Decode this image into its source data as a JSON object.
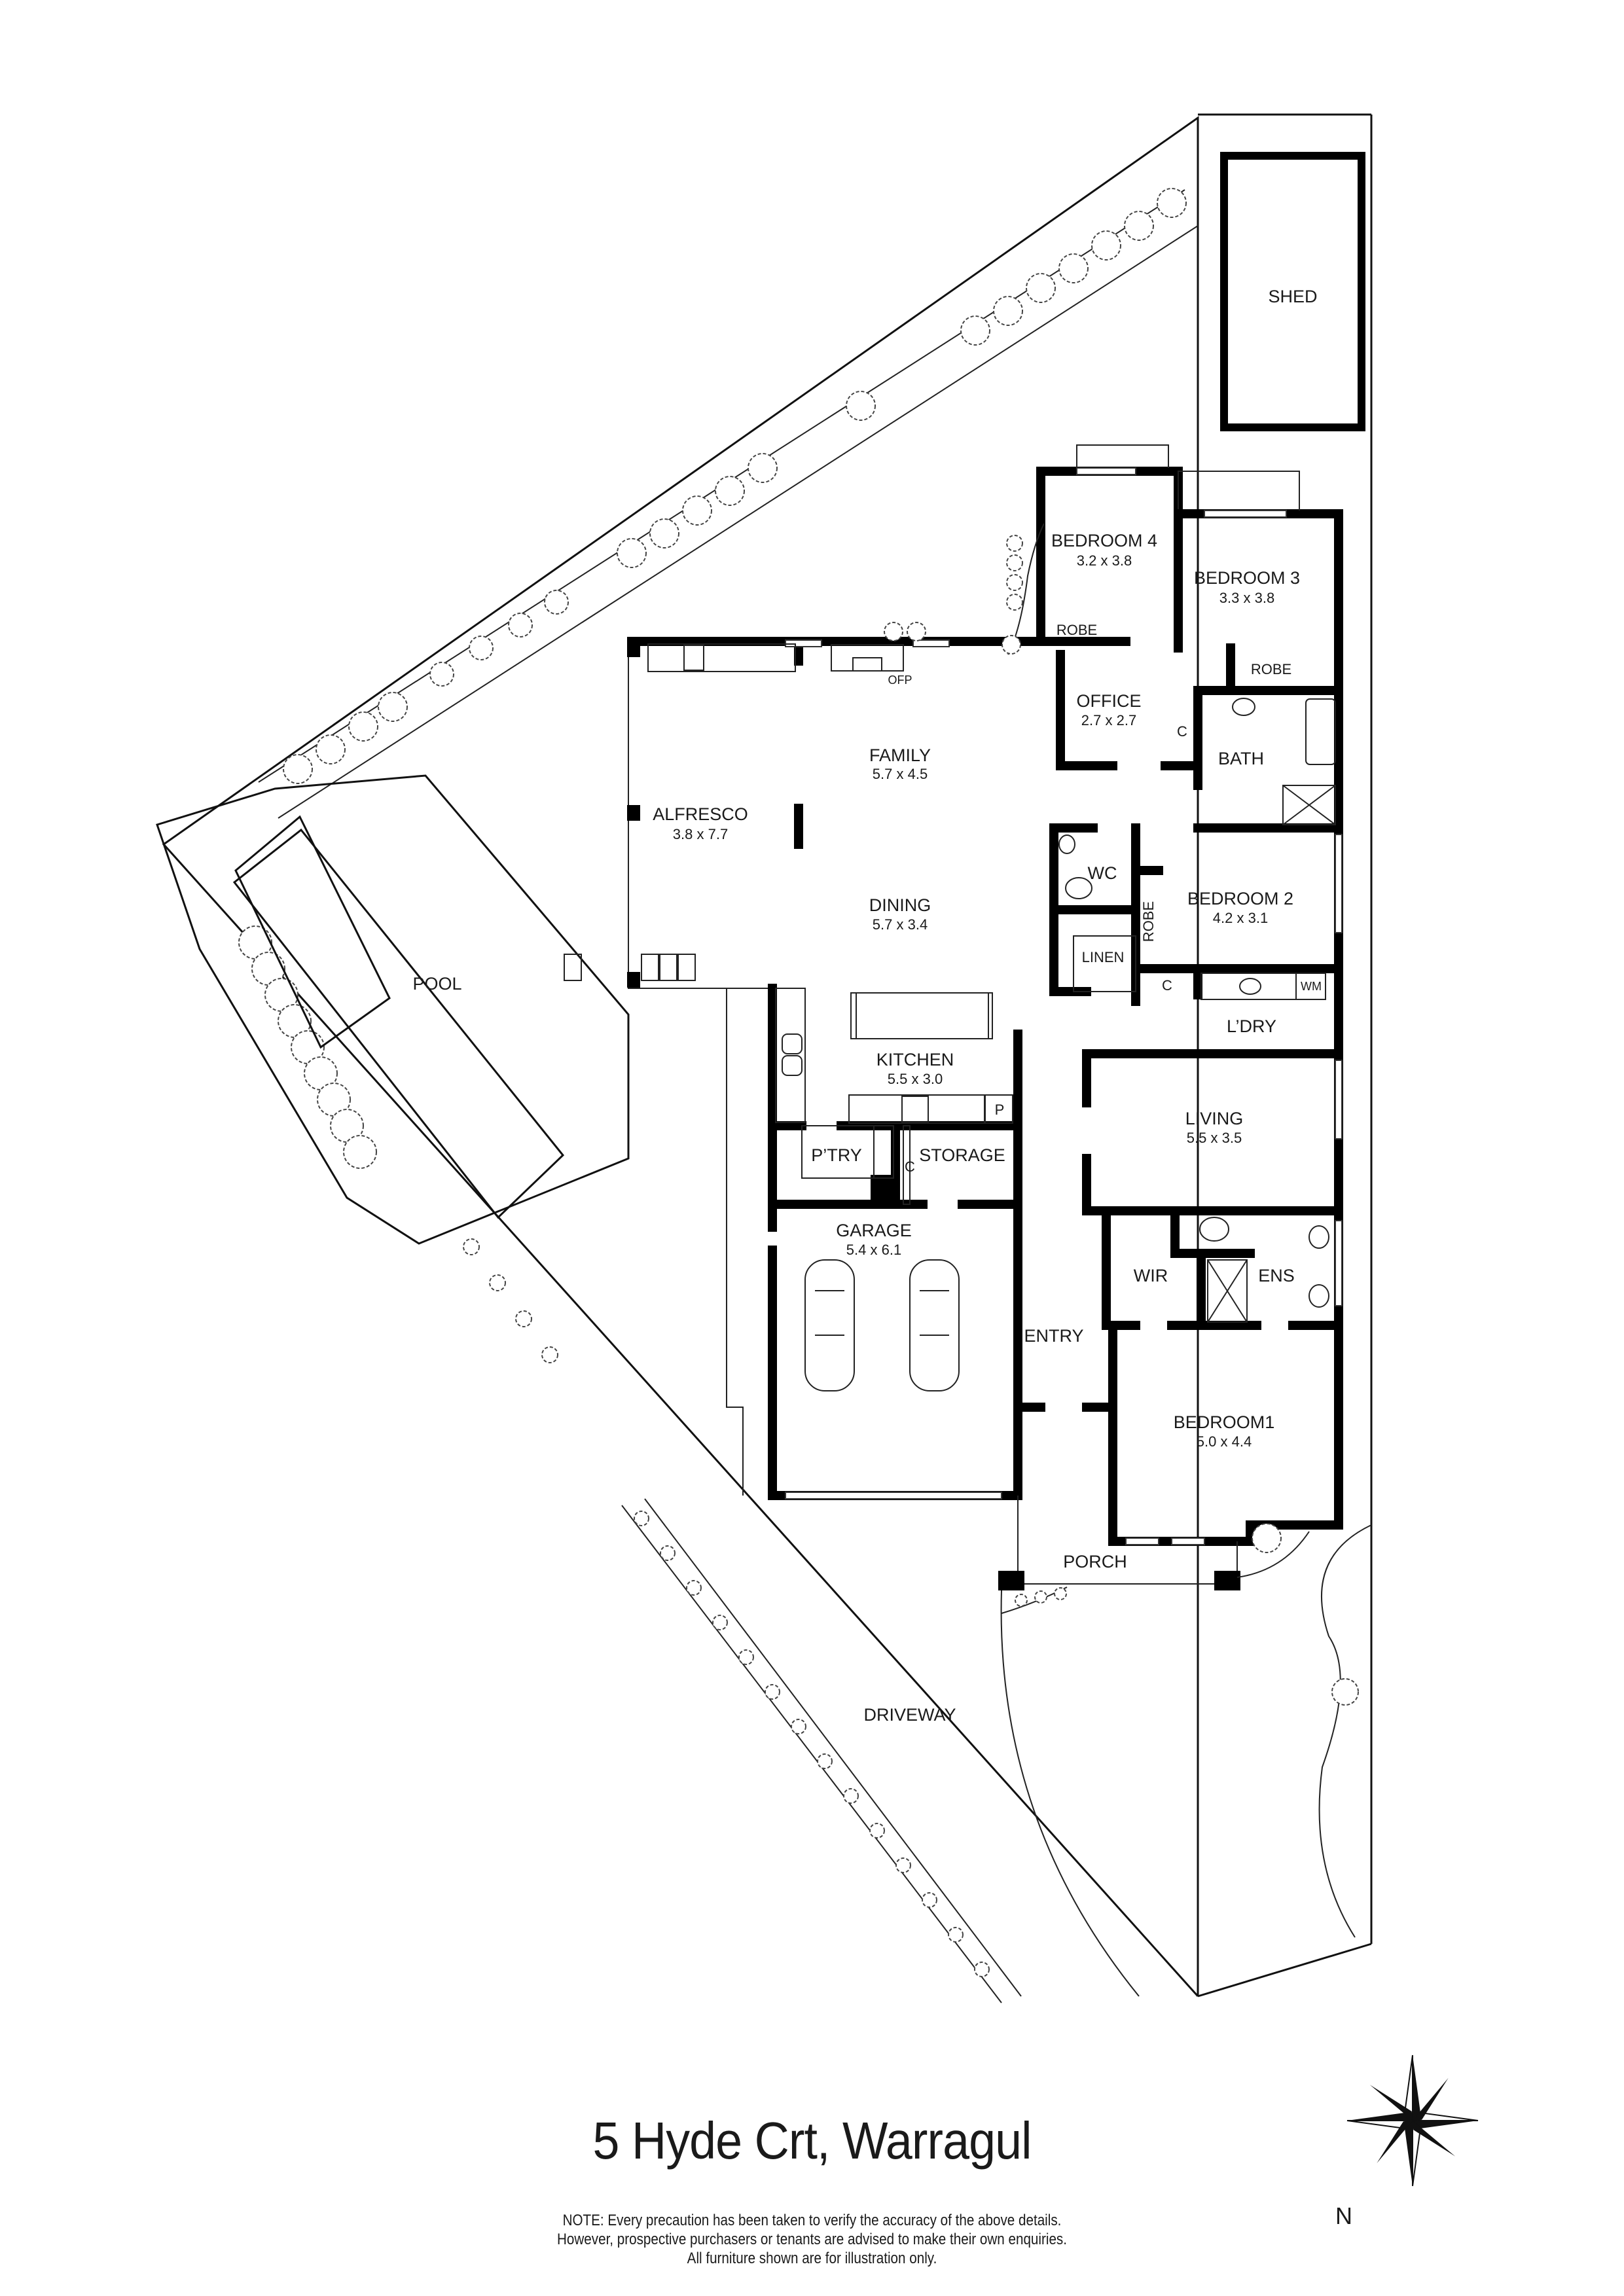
{
  "document": {
    "title": "5 Hyde Crt, Warragul",
    "note_lines": [
      "NOTE: Every precaution has been taken to verify the accuracy of the above details.",
      "However, prospective purchasers or tenants are advised to make their own enquiries.",
      "All furniture shown are for illustration only."
    ],
    "compass_label": "N"
  },
  "rooms": {
    "shed": {
      "name": "SHED"
    },
    "bedroom4": {
      "name": "BEDROOM 4",
      "dims": "3.2 x 3.8"
    },
    "bedroom3": {
      "name": "BEDROOM 3",
      "dims": "3.3 x 3.8"
    },
    "robe4": {
      "name": "ROBE"
    },
    "robe3": {
      "name": "ROBE"
    },
    "office": {
      "name": "OFFICE",
      "dims": "2.7 x 2.7"
    },
    "cupboard_office": {
      "name": "C"
    },
    "bath": {
      "name": "BATH"
    },
    "family": {
      "name": "FAMILY",
      "dims": "5.7 x 4.5"
    },
    "ofp": {
      "name": "OFP"
    },
    "alfresco": {
      "name": "ALFRESCO",
      "dims": "3.8 x 7.7"
    },
    "dining": {
      "name": "DINING",
      "dims": "5.7 x 3.4"
    },
    "wc": {
      "name": "WC"
    },
    "bedroom2": {
      "name": "BEDROOM 2",
      "dims": "4.2 x 3.1"
    },
    "robe2": {
      "name": "ROBE"
    },
    "linen": {
      "name": "LINEN"
    },
    "cupboard_ldry": {
      "name": "C"
    },
    "wm": {
      "name": "WM"
    },
    "laundry": {
      "name": "L’DRY"
    },
    "pool": {
      "name": "POOL"
    },
    "kitchen": {
      "name": "KITCHEN",
      "dims": "5.5 x 3.0"
    },
    "pantry_p": {
      "name": "P"
    },
    "living": {
      "name": "LIVING",
      "dims": "5.5 x 3.5"
    },
    "pantry": {
      "name": "P’TRY"
    },
    "cupboard_storage": {
      "name": "C"
    },
    "storage": {
      "name": "STORAGE"
    },
    "garage": {
      "name": "GARAGE",
      "dims": "5.4 x 6.1"
    },
    "wir": {
      "name": "WIR"
    },
    "ensuite": {
      "name": "ENS"
    },
    "entry": {
      "name": "ENTRY"
    },
    "bedroom1": {
      "name": "BEDROOM1",
      "dims": "5.0 x 4.4"
    },
    "porch": {
      "name": "PORCH"
    },
    "driveway": {
      "name": "DRIVEWAY"
    }
  }
}
